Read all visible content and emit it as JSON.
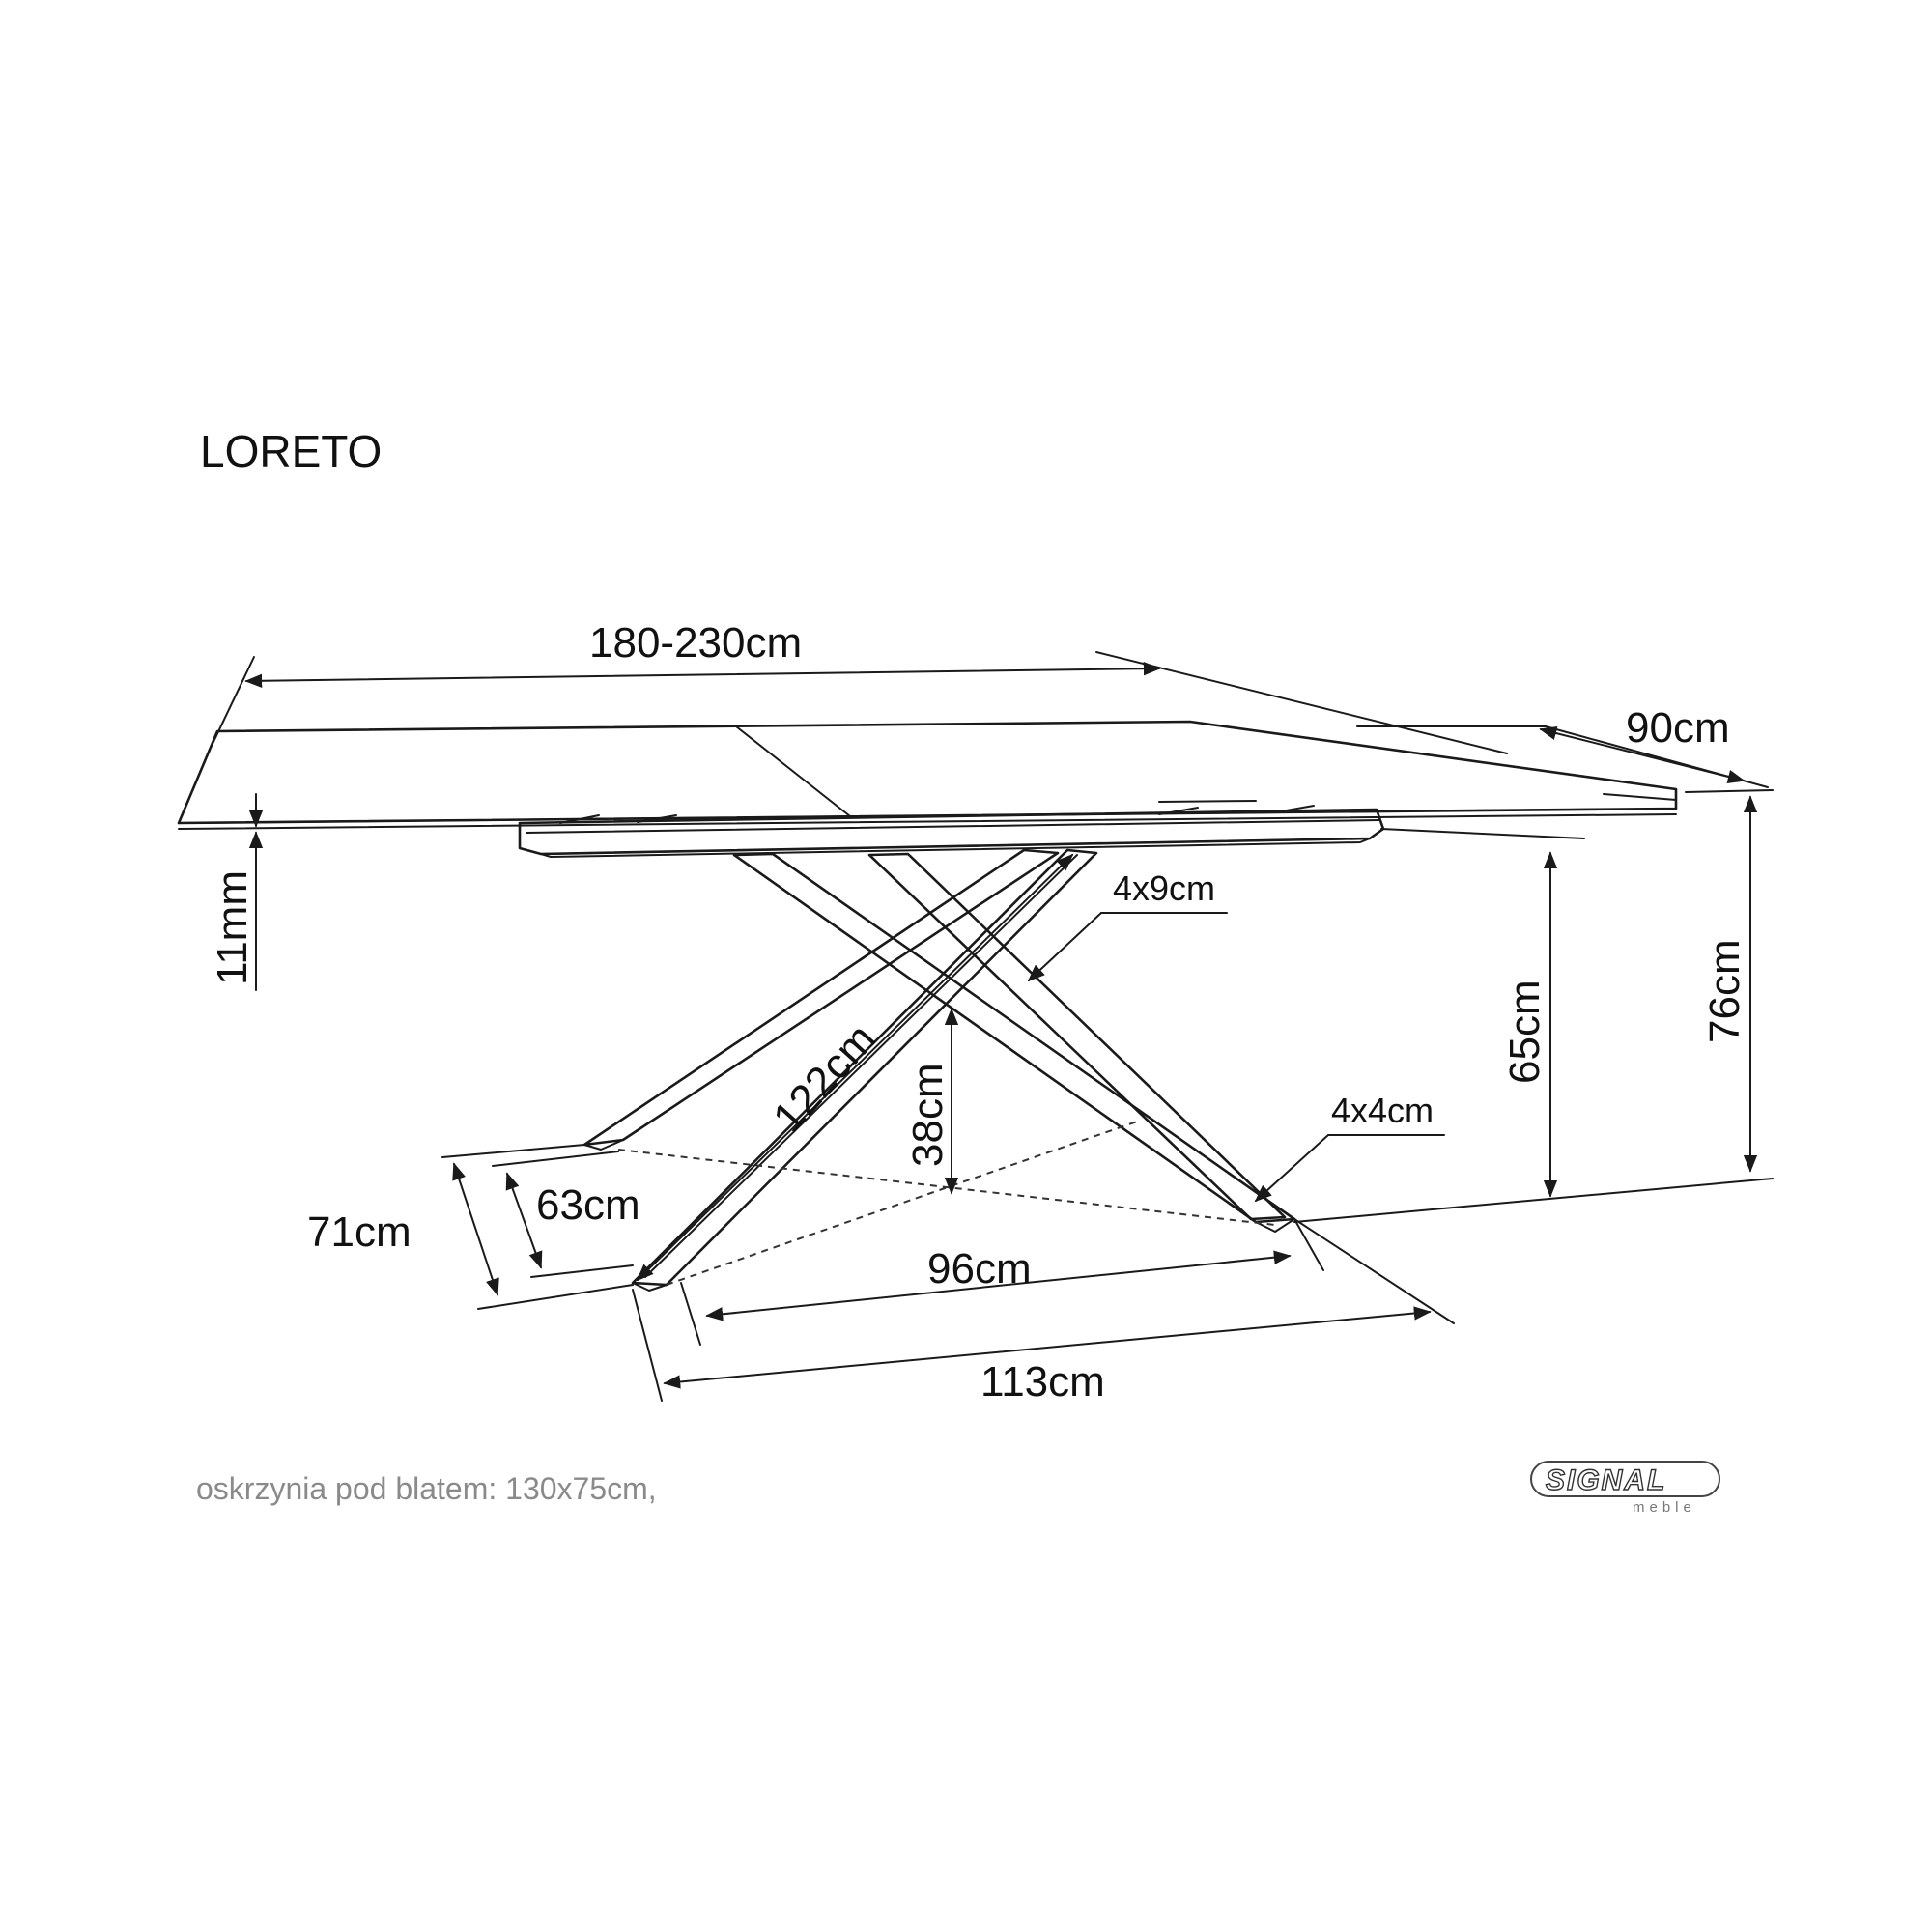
{
  "product": {
    "name": "LORETO"
  },
  "dimensions": {
    "length": "180-230cm",
    "width": "90cm",
    "top_thickness": "11mm",
    "total_height": "76cm",
    "clearance_height": "65cm",
    "leg_length": "122cm",
    "leg_section": "4x9cm",
    "foot_section": "4x4cm",
    "leg_cross_height": "38cm",
    "base_depth_outer": "71cm",
    "base_depth_inner": "63cm",
    "base_width_inner": "96cm",
    "base_width_outer": "113cm"
  },
  "note": "oskrzynia pod blatem: 130x75cm,",
  "brand": {
    "name": "SIGNAL",
    "sub": "meble"
  },
  "colors": {
    "line": "#1a1a1a",
    "note": "#8a8a8a"
  }
}
